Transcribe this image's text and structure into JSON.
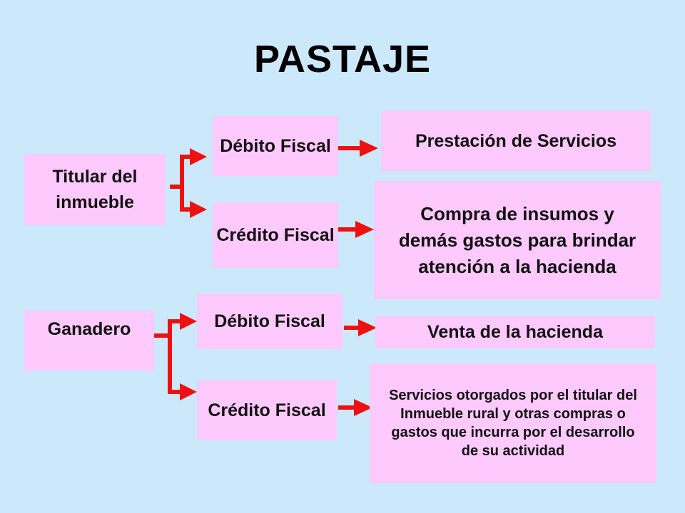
{
  "title": "PASTAJE",
  "group1": {
    "source": "Titular del inmueble",
    "debit": {
      "label": "Débito Fiscal",
      "target": "Prestación de Servicios"
    },
    "credit": {
      "label": "Crédito Fiscal",
      "target": "Compra de insumos y demás gastos para brindar atención a la hacienda"
    }
  },
  "group2": {
    "source": "Ganadero",
    "debit": {
      "label": "Débito Fiscal",
      "target": "Venta de la hacienda"
    },
    "credit": {
      "label": "Crédito Fiscal",
      "target": "Servicios otorgados por el titular del Inmueble rural y otras compras o gastos que incurra por el desarrollo de su actividad"
    }
  },
  "colors": {
    "background": "#cce9fc",
    "box": "#fec9fd",
    "arrow": "#ee1111"
  }
}
